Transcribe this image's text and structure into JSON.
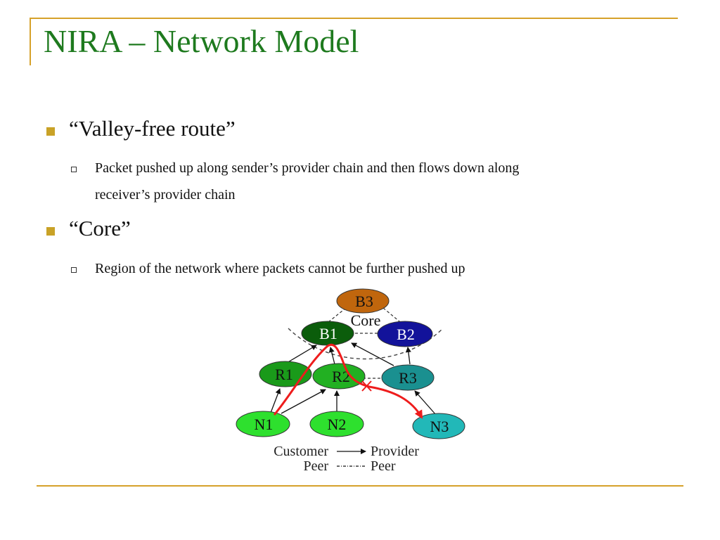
{
  "title": "NIRA – Network Model",
  "bullets": [
    {
      "text": "“Valley-free route”",
      "sub": [
        "Packet pushed up along sender’s provider chain and then flows down along",
        "receiver’s provider chain"
      ]
    },
    {
      "text": "“Core”",
      "sub": [
        "Region of  the network where packets cannot be further pushed up"
      ]
    }
  ],
  "diagram": {
    "core_label": "Core",
    "nodes": [
      {
        "id": "B3",
        "label": "B3",
        "color": "#c0660d",
        "text_color": "#111111"
      },
      {
        "id": "B1",
        "label": "B1",
        "color": "#0b5d0b",
        "text_color": "#ffffff"
      },
      {
        "id": "B2",
        "label": "B2",
        "color": "#12129a",
        "text_color": "#ffffff"
      },
      {
        "id": "R1",
        "label": "R1",
        "color": "#1a9a1a",
        "text_color": "#111111"
      },
      {
        "id": "R2",
        "label": "R2",
        "color": "#22b022",
        "text_color": "#111111"
      },
      {
        "id": "R3",
        "label": "R3",
        "color": "#1a9090",
        "text_color": "#111111"
      },
      {
        "id": "N1",
        "label": "N1",
        "color": "#2ee02e",
        "text_color": "#111111"
      },
      {
        "id": "N2",
        "label": "N2",
        "color": "#2ee02e",
        "text_color": "#111111"
      },
      {
        "id": "N3",
        "label": "N3",
        "color": "#22b8b8",
        "text_color": "#111111"
      }
    ],
    "legend": {
      "customer": "Customer",
      "provider": "Provider",
      "peer_left": "Peer",
      "peer_right": "Peer"
    },
    "route_color": "#ee1c1c"
  }
}
